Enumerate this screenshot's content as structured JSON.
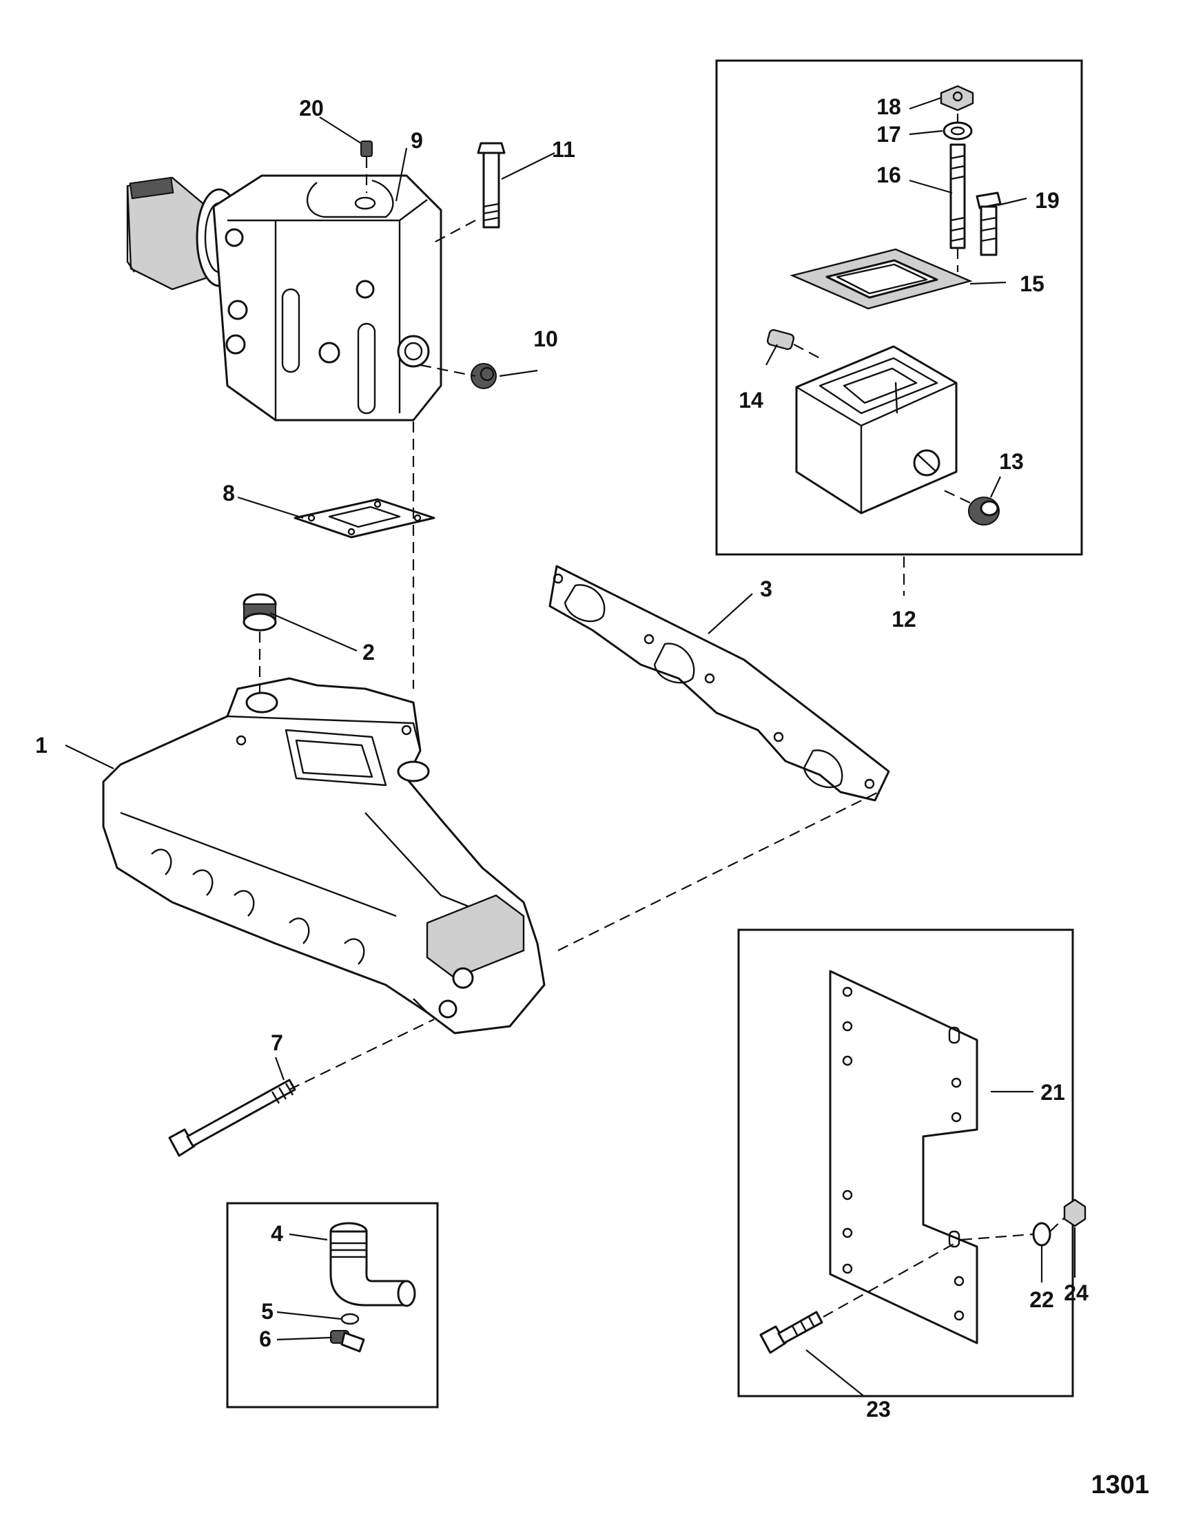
{
  "diagram": {
    "page_number": "1301",
    "callouts": {
      "c1": "1",
      "c2": "2",
      "c3": "3",
      "c4": "4",
      "c5": "5",
      "c6": "6",
      "c7": "7",
      "c8": "8",
      "c9": "9",
      "c10": "10",
      "c11": "11",
      "c12": "12",
      "c13": "13",
      "c14": "14",
      "c15": "15",
      "c16": "16",
      "c17": "17",
      "c18": "18",
      "c19": "19",
      "c20": "20",
      "c21": "21",
      "c22": "22",
      "c23": "23",
      "c24": "24"
    }
  }
}
